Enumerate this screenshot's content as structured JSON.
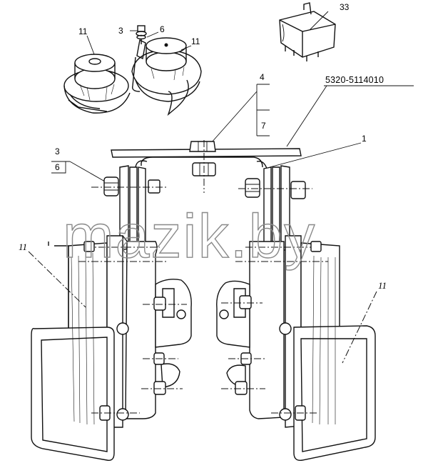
{
  "labels": {
    "relay": "33",
    "screw": "3",
    "washer": "6",
    "horn_left_top": "11",
    "horn_right_top": "11",
    "bolt": "4",
    "nut": "7",
    "assembly": "5320-5114010",
    "bracket": "1",
    "screw_side": "3",
    "washer_side": "6",
    "horn_left": "11",
    "horn_right": "11"
  },
  "watermark": "mazik.by"
}
